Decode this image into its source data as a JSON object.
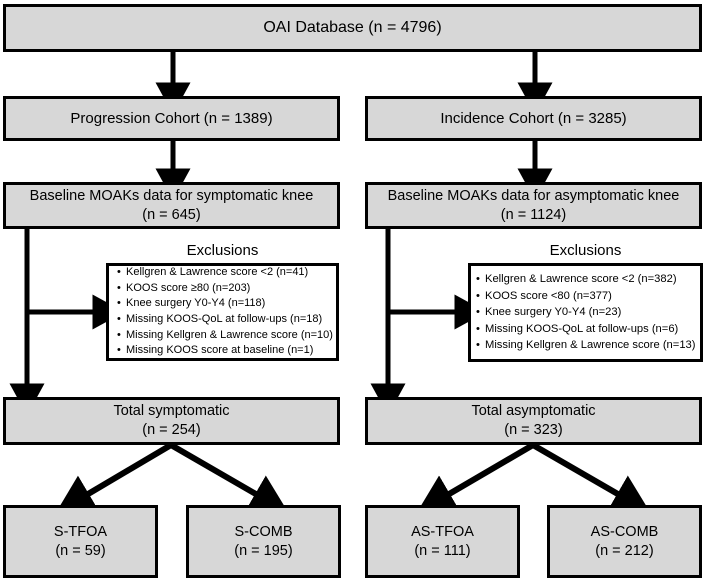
{
  "diagram": {
    "type": "flowchart",
    "title": "OAI cohort selection flowchart",
    "box_fill": "#d7d7d7",
    "box_stroke": "#000000",
    "exclusion_fill": "#ffffff",
    "background": "#ffffff"
  },
  "nodes": {
    "root": {
      "label": "OAI Database (n = 4796)"
    },
    "progression_cohort": {
      "label": "Progression Cohort (n = 1389)"
    },
    "incidence_cohort": {
      "label": "Incidence Cohort (n = 3285)"
    },
    "moaks_symptomatic": {
      "line1": "Baseline MOAKs data for symptomatic knee",
      "line2": "(n = 645)"
    },
    "moaks_asymptomatic": {
      "line1": "Baseline MOAKs data for asymptomatic knee",
      "line2": "(n = 1124)"
    },
    "total_symptomatic": {
      "line1": "Total symptomatic",
      "line2": "(n = 254)"
    },
    "total_asymptomatic": {
      "line1": "Total asymptomatic",
      "line2": "(n = 323)"
    },
    "s_tfoa": {
      "line1": "S-TFOA",
      "line2": "(n = 59)"
    },
    "s_comb": {
      "line1": "S-COMB",
      "line2": "(n = 195)"
    },
    "as_tfoa": {
      "line1": "AS-TFOA",
      "line2": "(n = 111)"
    },
    "as_comb": {
      "line1": "AS-COMB",
      "line2": "(n = 212)"
    }
  },
  "exclusions_symptomatic": {
    "title": "Exclusions",
    "items": [
      "Kellgren & Lawrence score <2 (n=41)",
      "KOOS score ≥80 (n=203)",
      "Knee surgery Y0-Y4 (n=118)",
      "Missing KOOS-QoL at follow-ups (n=18)",
      "Missing Kellgren & Lawrence score (n=10)",
      "Missing KOOS score at baseline (n=1)"
    ]
  },
  "exclusions_asymptomatic": {
    "title": "Exclusions",
    "items": [
      "Kellgren & Lawrence score <2 (n=382)",
      "KOOS score <80 (n=377)",
      "Knee surgery Y0-Y4 (n=23)",
      "Missing KOOS-QoL at follow-ups (n=6)",
      "Missing Kellgren & Lawrence score (n=13)"
    ]
  },
  "chart_data": {
    "type": "flow",
    "title": "OAI Database participant selection",
    "levels": [
      {
        "level": 0,
        "nodes": [
          {
            "id": "root",
            "label": "OAI Database",
            "n": 4796
          }
        ]
      },
      {
        "level": 1,
        "nodes": [
          {
            "id": "progression_cohort",
            "label": "Progression Cohort",
            "n": 1389
          },
          {
            "id": "incidence_cohort",
            "label": "Incidence Cohort",
            "n": 3285
          }
        ]
      },
      {
        "level": 2,
        "nodes": [
          {
            "id": "moaks_symptomatic",
            "label": "Baseline MOAKs data for symptomatic knee",
            "n": 645
          },
          {
            "id": "moaks_asymptomatic",
            "label": "Baseline MOAKs data for asymptomatic knee",
            "n": 1124
          }
        ]
      },
      {
        "level": 3,
        "nodes": [
          {
            "id": "total_symptomatic",
            "label": "Total symptomatic",
            "n": 254
          },
          {
            "id": "total_asymptomatic",
            "label": "Total asymptomatic",
            "n": 323
          }
        ]
      },
      {
        "level": 4,
        "nodes": [
          {
            "id": "s_tfoa",
            "label": "S-TFOA",
            "n": 59
          },
          {
            "id": "s_comb",
            "label": "S-COMB",
            "n": 195
          },
          {
            "id": "as_tfoa",
            "label": "AS-TFOA",
            "n": 111
          },
          {
            "id": "as_comb",
            "label": "AS-COMB",
            "n": 212
          }
        ]
      }
    ],
    "edges": [
      {
        "from": "root",
        "to": "progression_cohort"
      },
      {
        "from": "root",
        "to": "incidence_cohort"
      },
      {
        "from": "progression_cohort",
        "to": "moaks_symptomatic"
      },
      {
        "from": "incidence_cohort",
        "to": "moaks_asymptomatic"
      },
      {
        "from": "moaks_symptomatic",
        "to": "exclusions_symptomatic"
      },
      {
        "from": "moaks_symptomatic",
        "to": "total_symptomatic"
      },
      {
        "from": "moaks_asymptomatic",
        "to": "exclusions_asymptomatic"
      },
      {
        "from": "moaks_asymptomatic",
        "to": "total_asymptomatic"
      },
      {
        "from": "total_symptomatic",
        "to": "s_tfoa"
      },
      {
        "from": "total_symptomatic",
        "to": "s_comb"
      },
      {
        "from": "total_asymptomatic",
        "to": "as_tfoa"
      },
      {
        "from": "total_asymptomatic",
        "to": "as_comb"
      }
    ],
    "exclusion_counts": {
      "symptomatic": [
        41,
        203,
        118,
        18,
        10,
        1
      ],
      "asymptomatic": [
        382,
        377,
        23,
        6,
        13
      ]
    }
  }
}
